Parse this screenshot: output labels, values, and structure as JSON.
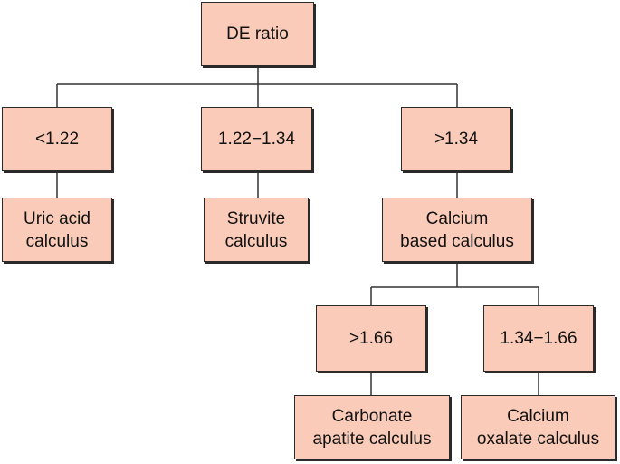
{
  "nodes": {
    "root": "DE ratio",
    "lt": "<1.22",
    "mid": "1.22−1.34",
    "gt": ">1.34",
    "uric": "Uric acid\ncalculus",
    "struvite": "Struvite\ncalculus",
    "calcium": "Calcium\nbased calculus",
    "gt166": ">1.66",
    "range166": "1.34−1.66",
    "carbonate": "Carbonate\napatite calculus",
    "oxalate": "Calcium\noxalate calculus"
  },
  "colors": {
    "box_fill": "#f9cbb8",
    "box_border": "#2a2a2a",
    "connector": "#333333"
  }
}
